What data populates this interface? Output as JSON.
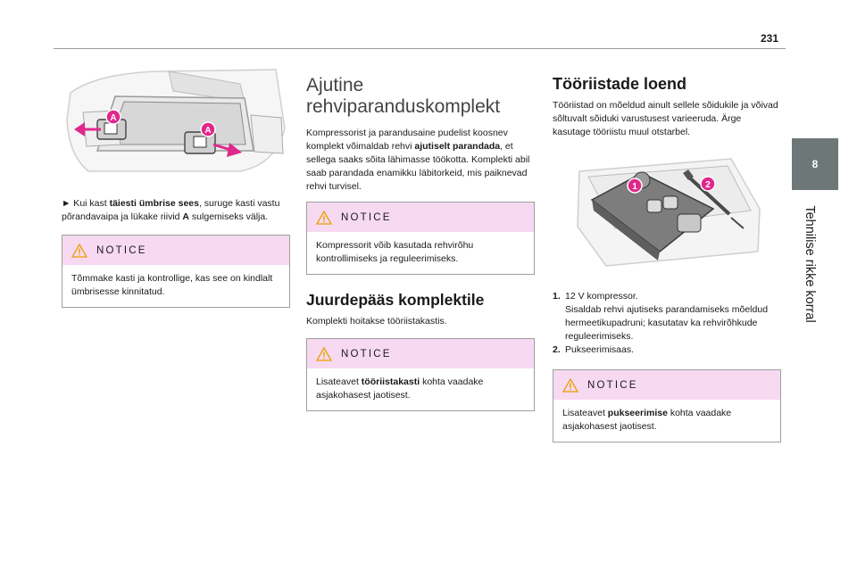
{
  "header": {
    "page_number": "231"
  },
  "sidebar": {
    "chapter_number": "8",
    "chapter_title": "Tehnilise rikke korral"
  },
  "left_column": {
    "instruction_prefix": "► Kui kast ",
    "instruction_bold": "täiesti ümbrise sees",
    "instruction_rest": ", suruge kasti vastu põrandavaipa ja lükake riivid ",
    "instruction_bold2": "A",
    "instruction_end": " sulgemiseks välja.",
    "notice_label": "NOTICE",
    "notice_text": "Tõmmake kasti ja kontrollige, kas see on kindlalt ümbrisesse kinnitatud.",
    "figure_callout": "A"
  },
  "middle_column": {
    "title_line1": "Ajutine",
    "title_line2": "rehviparanduskomplekt",
    "intro_pre": "Kompressorist ja parandusaine pudelist koosnev komplekt võimaldab rehvi ",
    "intro_bold": "ajutiselt parandada",
    "intro_post": ", et sellega saaks sõita lähimasse töökotta. Komplekti abil saab parandada enamikku läbitorkeid, mis paiknevad rehvi turvisel.",
    "notice1_label": "NOTICE",
    "notice1_text": "Kompressorit võib kasutada rehvirõhu kontrollimiseks ja reguleerimiseks.",
    "subheading": "Juurdepääs komplektile",
    "access_text": "Komplekti hoitakse tööriistakastis.",
    "notice2_label": "NOTICE",
    "notice2_pre": "Lisateavet ",
    "notice2_bold": "tööriistakasti",
    "notice2_post": " kohta vaadake asjakohasest jaotisest."
  },
  "right_column": {
    "title": "Tööriistade loend",
    "intro": "Tööriistad on mõeldud ainult sellele sõidukile ja võivad sõltuvalt sõiduki varustusest varieeruda. Ärge kasutage tööriistu muul otstarbel.",
    "figure_callouts": [
      "1",
      "2"
    ],
    "items": [
      {
        "num": "1.",
        "line1": "12 V kompressor.",
        "line2": "Sisaldab rehvi ajutiseks parandamiseks mõeldud hermeetikupadruni; kasutatav ka rehvirõhkude reguleerimiseks."
      },
      {
        "num": "2.",
        "line1": "Pukseerimisaas."
      }
    ],
    "notice_label": "NOTICE",
    "notice_pre": "Lisateavet ",
    "notice_bold": "pukseerimise",
    "notice_post": " kohta vaadake asjakohasest jaotisest."
  },
  "colors": {
    "notice_header": "#f7d9f1",
    "callout": "#e0288c",
    "chapter_tab": "#6e7778",
    "warning": "#e8a000"
  }
}
